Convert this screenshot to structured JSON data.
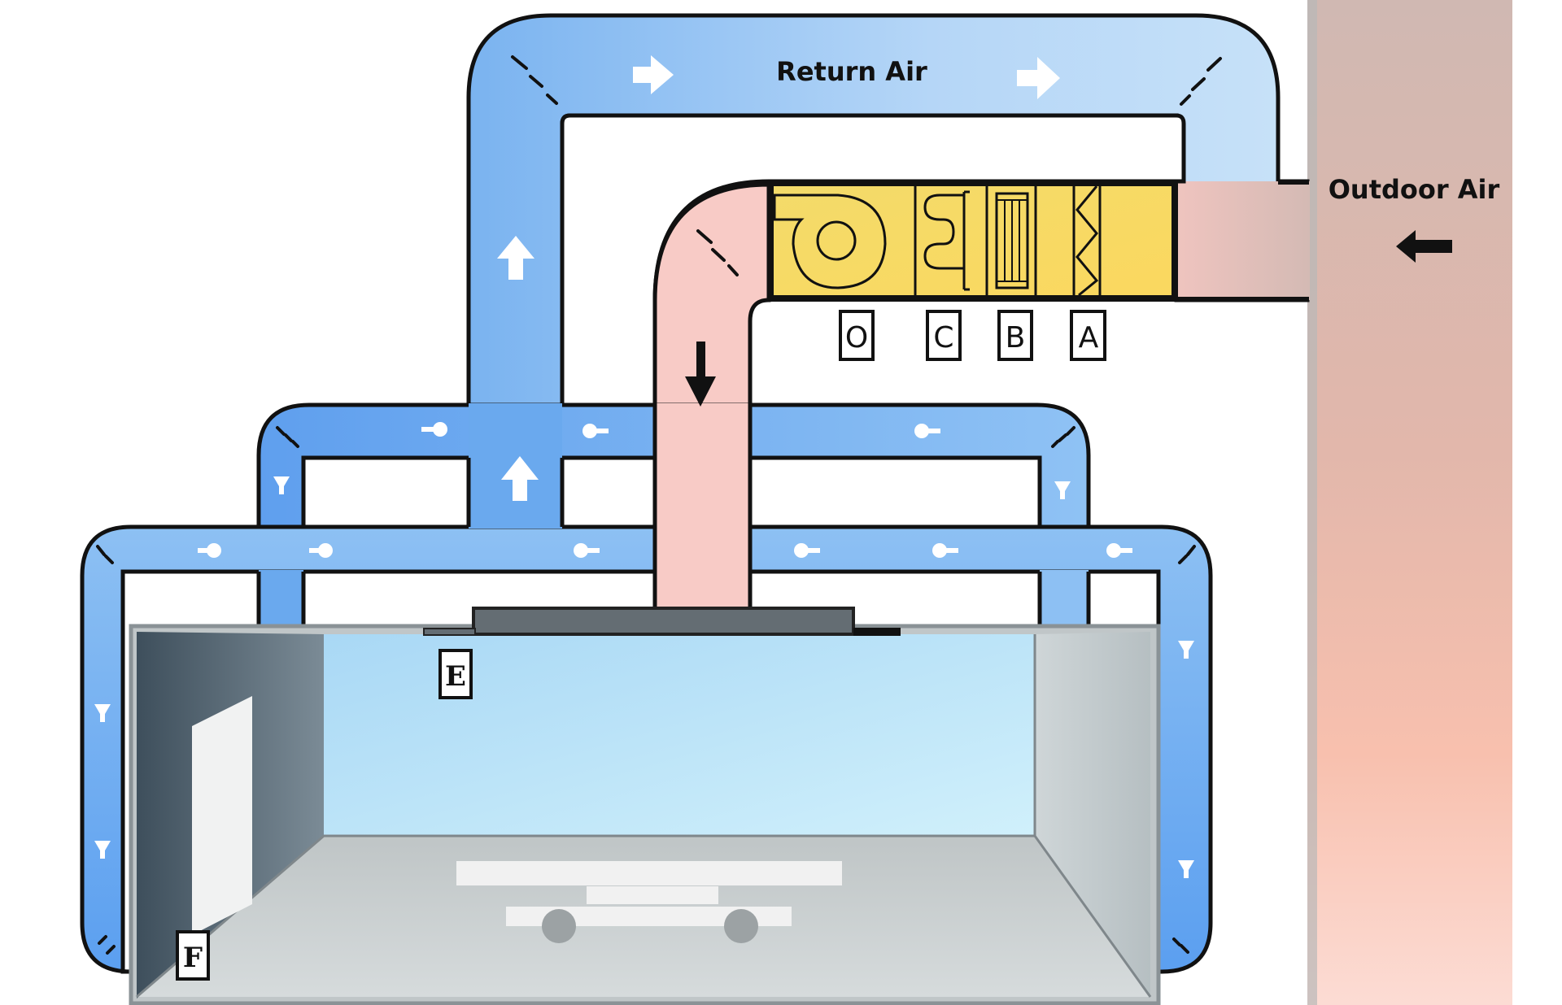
{
  "diagram": {
    "title": "HVAC air handling system diagram",
    "labels": {
      "return_air": "Return Air",
      "outdoor_air": "Outdoor Air"
    },
    "ahu_components": [
      {
        "tag": "O",
        "meaning": "supply fan"
      },
      {
        "tag": "C",
        "meaning": "heating/cooling coil"
      },
      {
        "tag": "B",
        "meaning": "filter bank"
      },
      {
        "tag": "A",
        "meaning": "pre-filter / damper"
      }
    ],
    "room_tags": [
      {
        "tag": "E",
        "meaning": "supply diffuser"
      },
      {
        "tag": "F",
        "meaning": "return grille"
      }
    ],
    "colors": {
      "return_duct": "#6aa9ee",
      "return_duct_light": "#bcdcf7",
      "supply_duct": "#f8c9c4",
      "ahu_fill": "#f7d75f",
      "outdoor_column": "#d2b5ad",
      "outdoor_column_warm": "#f9c0ae",
      "room_back_wall": "#b9e1f7",
      "room_floor": "#c6cbcc",
      "outline": "#111111"
    }
  }
}
